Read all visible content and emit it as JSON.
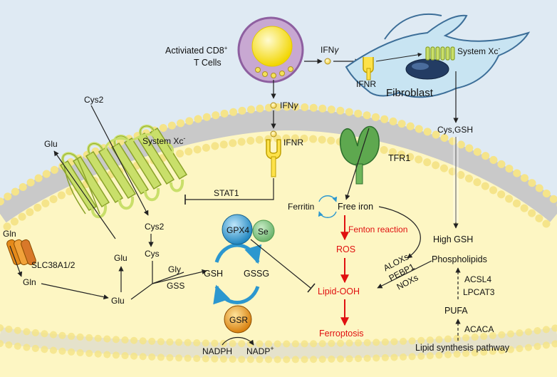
{
  "colors": {
    "background": "#dfeaf3",
    "cell_interior": "#fdf6c3",
    "lipid_head": "#fbe98c",
    "black_arrow": "#222222",
    "red_pathway": "#e01010",
    "gpx4": "#2c97cf",
    "se": "#86c489",
    "gsr": "#e99a1e",
    "transporter": "#c9df6a",
    "tfr1": "#5ea84f",
    "slc38": "#e58a1a",
    "tcell": "#c8a8d2",
    "fibroblast": "#c8e4f2"
  },
  "labels": {
    "tcell": "Activiated CD8",
    "tcell_sup": "+",
    "tcell_line2": "T Cells",
    "ifng_top": "IFN",
    "ifng_gamma": "γ",
    "ifng_mid": "IFN",
    "ifng_mid_gamma": "γ",
    "ifnr_fibro": "IFNR",
    "system_xc_fibro": "System Xc",
    "system_xc_fibro_sup": "-",
    "fibroblast": "Fibroblast",
    "cys_gsh": "Cys,GSH",
    "high_gsh": "High GSH",
    "ifnr_cell": "IFNR",
    "tfr1": "TFR1",
    "cys2_top": "Cys2",
    "glu_top": "Glu",
    "system_xc_cell": "System Xc",
    "system_xc_cell_sup": "-",
    "stat1": "STAT1",
    "gln_top": "Gln",
    "slc38": "SLC38A1/2",
    "gln_in": "Gln",
    "glu_mid": "Glu",
    "glu_bottom": "Glu",
    "cys2_in": "Cys2",
    "cys": "Cys",
    "gly": "Gly",
    "gss": "GSS",
    "gsh": "GSH",
    "gssg": "GSSG",
    "gpx4": "GPX4",
    "se": "Se",
    "gsr": "GSR",
    "nadph": "NADPH",
    "nadp": "NADP",
    "nadp_sup": "+",
    "ferritin": "Ferritin",
    "free_iron": "Free iron",
    "fenton": "Fenton reaction",
    "ros": "ROS",
    "lipid_ooh": "Lipid-OOH",
    "ferroptosis": "Ferroptosis",
    "alox": "ALOXs",
    "pebp1": "PEBP1",
    "nox": "NOXs",
    "phospholipids": "Phospholipids",
    "acsl4": "ACSL4",
    "lpcat3": "LPCAT3",
    "pufa": "PUFA",
    "acaca": "ACACA",
    "lipid_synth": "Lipid synthesis pathway"
  }
}
